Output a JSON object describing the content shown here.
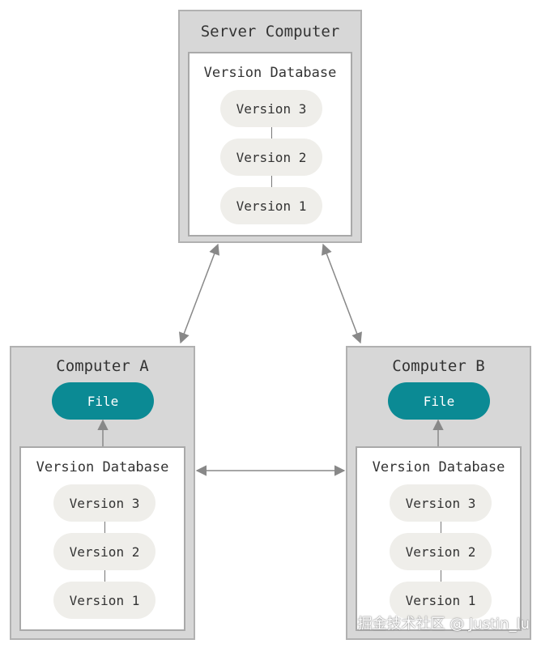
{
  "server": {
    "title": "Server Computer",
    "database_title": "Version Database",
    "versions": [
      "Version 3",
      "Version 2",
      "Version 1"
    ]
  },
  "computer_a": {
    "title": "Computer A",
    "file_label": "File",
    "database_title": "Version Database",
    "versions": [
      "Version 3",
      "Version 2",
      "Version 1"
    ]
  },
  "computer_b": {
    "title": "Computer B",
    "file_label": "File",
    "database_title": "Version Database",
    "versions": [
      "Version 3",
      "Version 2",
      "Version 1"
    ]
  },
  "watermark": "掘金技术社区 @ Justin_lu",
  "colors": {
    "computer_bg": "#d7d7d7",
    "version_pill": "#efeeea",
    "file_pill": "#0b8a94",
    "arrow": "#888888"
  }
}
